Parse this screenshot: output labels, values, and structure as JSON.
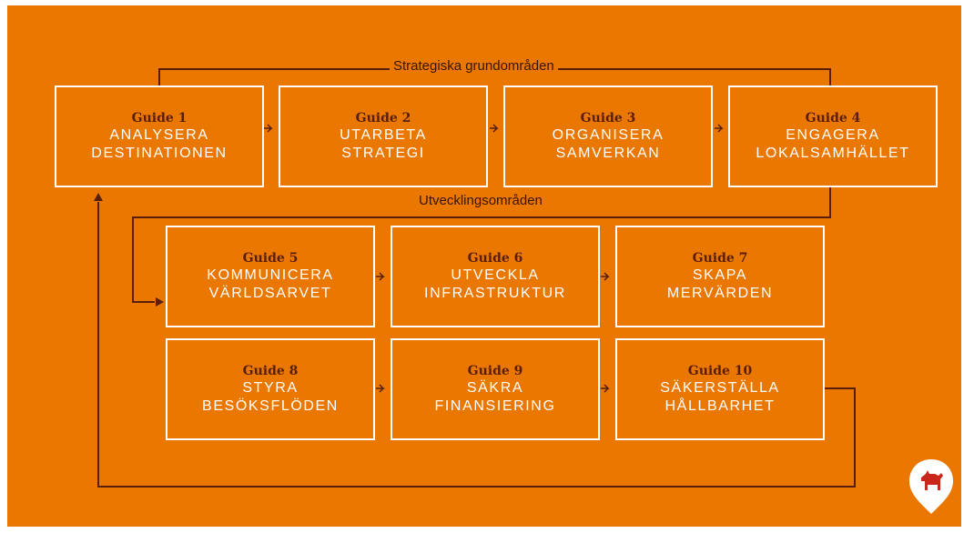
{
  "colors": {
    "background": "#e97700",
    "box_border": "#ffffff",
    "title": "#5a1e0c",
    "line": "#5a1e0c"
  },
  "labels": {
    "strategic": "Strategiska grundområden",
    "development": "Utvecklingsområden"
  },
  "guides": [
    {
      "title": "Guide 1",
      "line1": "ANALYSERA",
      "line2": "DESTINATIONEN"
    },
    {
      "title": "Guide 2",
      "line1": "UTARBETA",
      "line2": "STRATEGI"
    },
    {
      "title": "Guide 3",
      "line1": "ORGANISERA",
      "line2": "SAMVERKAN"
    },
    {
      "title": "Guide 4",
      "line1": "ENGAGERA",
      "line2": "LOKALSAMHÄLLET"
    },
    {
      "title": "Guide 5",
      "line1": "KOMMUNICERA",
      "line2": "VÄRLDSARVET"
    },
    {
      "title": "Guide 6",
      "line1": "UTVECKLA",
      "line2": "INFRASTRUKTUR"
    },
    {
      "title": "Guide 7",
      "line1": "SKAPA",
      "line2": "MERVÄRDEN"
    },
    {
      "title": "Guide 8",
      "line1": "STYRA",
      "line2": "BESÖKSFLÖDEN"
    },
    {
      "title": "Guide 9",
      "line1": "SÄKRA",
      "line2": "FINANSIERING"
    },
    {
      "title": "Guide 10",
      "line1": "SÄKERSTÄLLA",
      "line2": "HÅLLBARHET"
    }
  ],
  "logo": {
    "icon": "dala-horse-pin-icon"
  }
}
